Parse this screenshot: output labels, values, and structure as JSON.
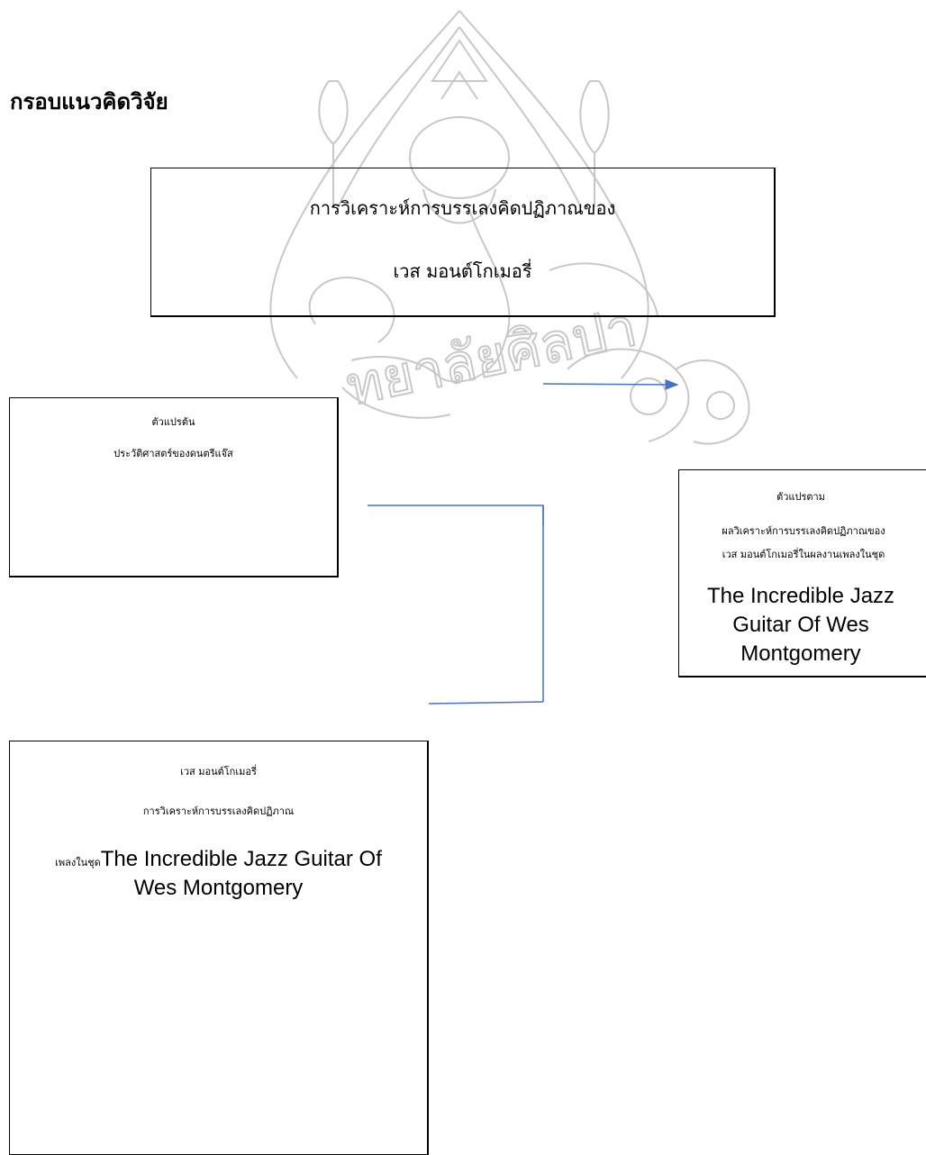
{
  "heading": "กรอบแนวคิดวิจัย",
  "title_box": {
    "line1": "การวิเคราะห์การบรรเลงคิดปฏิภาณของ",
    "line2": "เวส มอนต์โกเมอรี่"
  },
  "independent_box": {
    "label": "ตัวแปรต้น",
    "text": "ประวัติศาสตร์ของดนตรีแจ๊ส"
  },
  "dependent_box": {
    "label": "ตัวแปรตาม",
    "line1": "ผลวิเคราะห์การบรรเลงคิดปฏิภาณของ",
    "line2": "เวส มอนต์โกเมอรี่ในผลงานเพลงในชุด",
    "album_line1": "The Incredible Jazz",
    "album_line2": "Guitar Of Wes",
    "album_line3": "Montgomery"
  },
  "wes_box": {
    "line1": "เวส มอนต์โกเมอรี่",
    "line2": "การวิเคราะห์การบรรเลงคิดปฏิภาณ",
    "prefix": "เพลงในชุด",
    "album_line1": "The Incredible Jazz Guitar Of",
    "album_line2": "Wes Montgomery"
  },
  "watermark": {
    "text": "ทยาลัยศิลปา"
  },
  "colors": {
    "connector": "#4472c4",
    "watermark": "#c8c8c8"
  }
}
